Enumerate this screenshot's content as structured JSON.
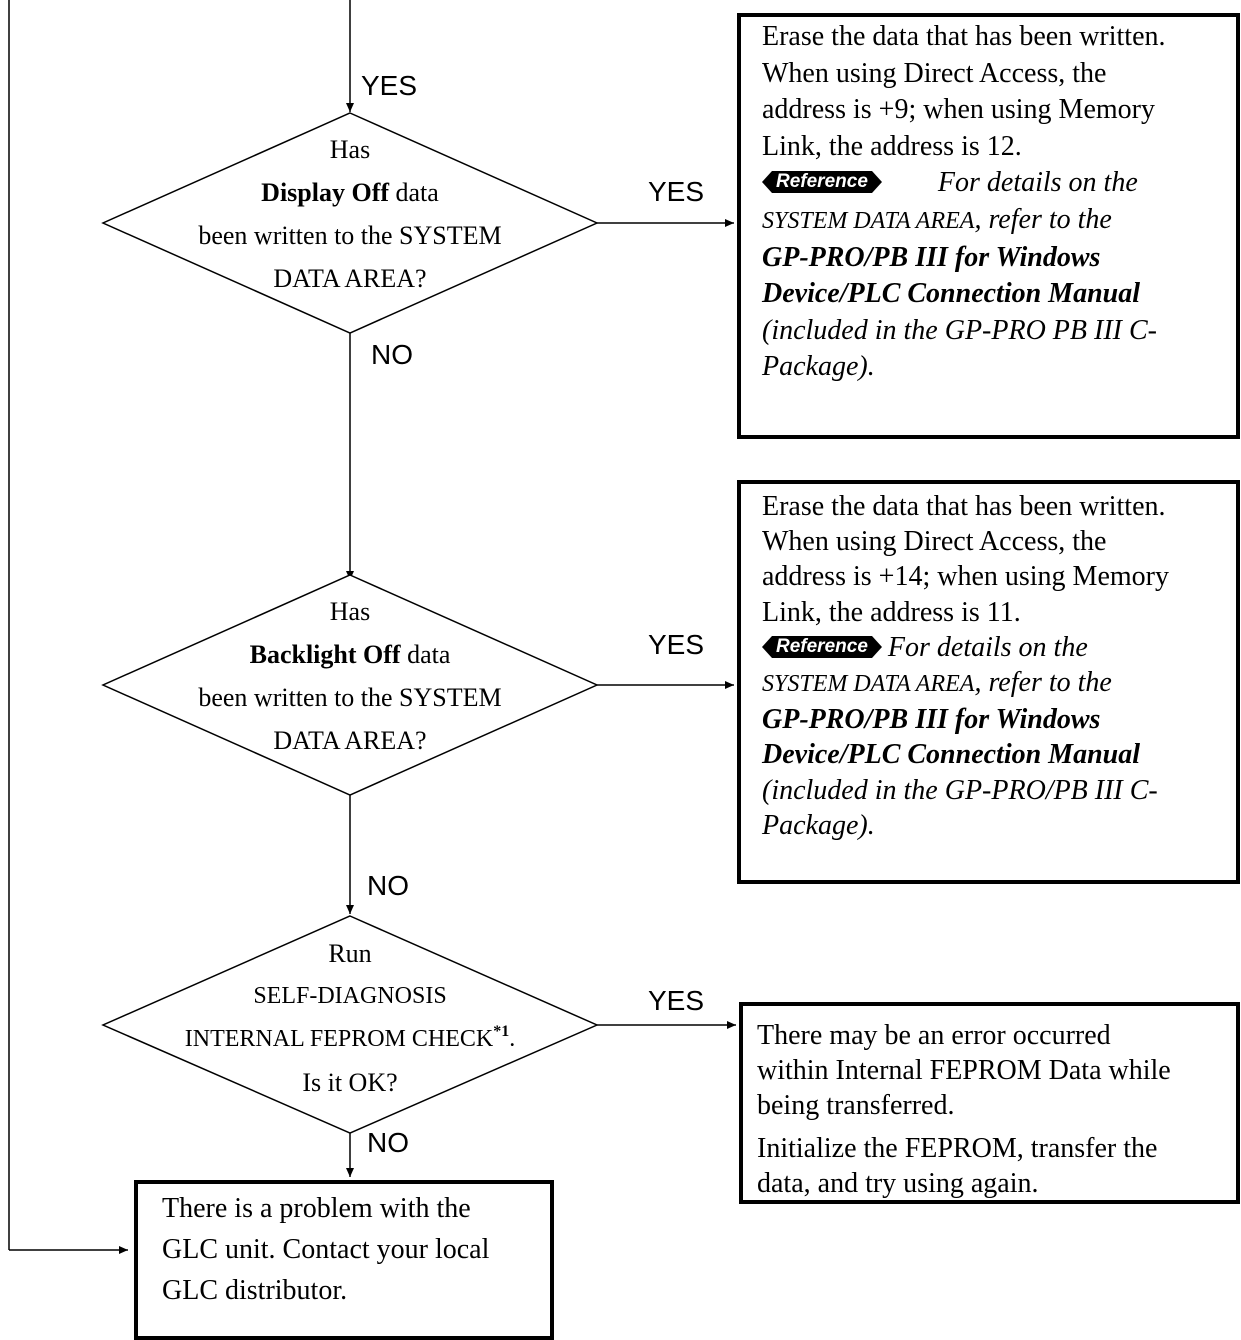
{
  "labels": {
    "yes": "YES",
    "no": "NO"
  },
  "diamond1": {
    "line1": "Has",
    "bold": "Display Off",
    "after_bold": " data",
    "line3": "been written to the SYSTEM",
    "line4": "DATA AREA?"
  },
  "diamond2": {
    "line1": "Has",
    "bold": "Backlight Off",
    "after_bold": " data",
    "line3": "been written to the SYSTEM",
    "line4": "DATA AREA?"
  },
  "diamond3": {
    "line1": "Run",
    "line2": "SELF-DIAGNOSIS",
    "line3": "INTERNAL FEPROM CHECK",
    "footnote": "*1",
    "line3_end": ".",
    "line4": "Is it OK?"
  },
  "box_display_off": {
    "l1": "Erase the data that has been written.",
    "l2": "When using Direct Access, the",
    "l3": "address is +9; when using Memory",
    "l4": "Link, the address is 12.",
    "ref_label": "Reference",
    "ref_text": "For details on the",
    "l6a": "SYSTEM DATA AREA",
    "l6b": ", refer to the",
    "l7": "GP-PRO/PB III for Windows",
    "l8": "Device/PLC Connection Manual",
    "l9": "(included in the GP-PRO PB III C-",
    "l10": "Package)."
  },
  "box_backlight_off": {
    "l1": "Erase the data that has been written.",
    "l2": "When using Direct Access, the",
    "l3": "address is +14; when using Memory",
    "l4": "Link, the address is 11.",
    "ref_label": "Reference",
    "ref_text": "For details on the",
    "l6a": "SYSTEM DATA AREA",
    "l6b": ", refer to the",
    "l7": "GP-PRO/PB III for Windows",
    "l8": "Device/PLC Connection Manual",
    "l9": "(included in the GP-PRO/PB III C-",
    "l10": "Package)."
  },
  "box_feprom": {
    "l1": "There may be an error occurred",
    "l2": "within Internal FEPROM Data while",
    "l3": "being transferred.",
    "l4": "Initialize the FEPROM, transfer the",
    "l5": "data, and try using again."
  },
  "box_problem": {
    "l1": "There is a problem with the",
    "l2": "GLC unit. Contact your local",
    "l3": "GLC distributor."
  }
}
